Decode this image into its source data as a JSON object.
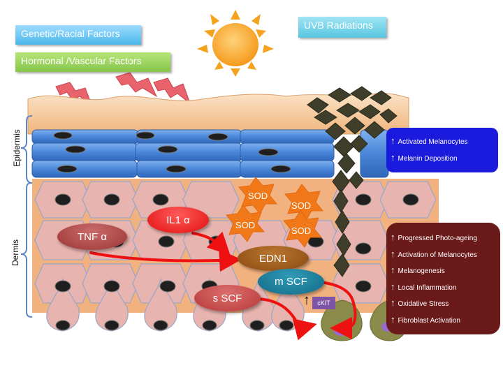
{
  "factors": {
    "genetic": "Genetic/Racial Factors",
    "hormonal": "Hormonal /Vascular  Factors",
    "uvb": "UVB Radiations"
  },
  "layers": {
    "epidermis": "Epidermis",
    "dermis": "Dermis"
  },
  "mediators": {
    "tnf": "TNF α",
    "il1": "IL1 α",
    "edn1": "EDN1",
    "mscf": "m SCF",
    "sscf": "s SCF",
    "ckit": "cKIT",
    "sod": [
      "SOD",
      "SOD",
      "SOD",
      "SOD"
    ]
  },
  "effects_epidermis": {
    "arrow": "↑",
    "items": [
      "Activated  Melanocytes",
      "Melanin Deposition"
    ]
  },
  "effects_dermis": {
    "arrow": "↑",
    "items": [
      "Progressed Photo-ageing",
      "Activation of Melanocytes",
      "Melanogenesis",
      "Local Inflammation",
      "Oxidative Stress",
      "Fibroblast Activation"
    ]
  },
  "colors": {
    "skin_surface": "#f6c89a",
    "keratinocyte_blue": "#4a86d9",
    "dermis_cell": "#e8b4b0",
    "dermis_gap": "#f2b27f",
    "melanin": "#3f3e2a",
    "sod": "#f07818",
    "arrow_red": "#ee1111",
    "blue_box": "#1b1bdd",
    "maroon_box": "#6b1a1a"
  },
  "icons": [
    "sun-icon",
    "lightning-icon",
    "up-arrow-icon"
  ]
}
